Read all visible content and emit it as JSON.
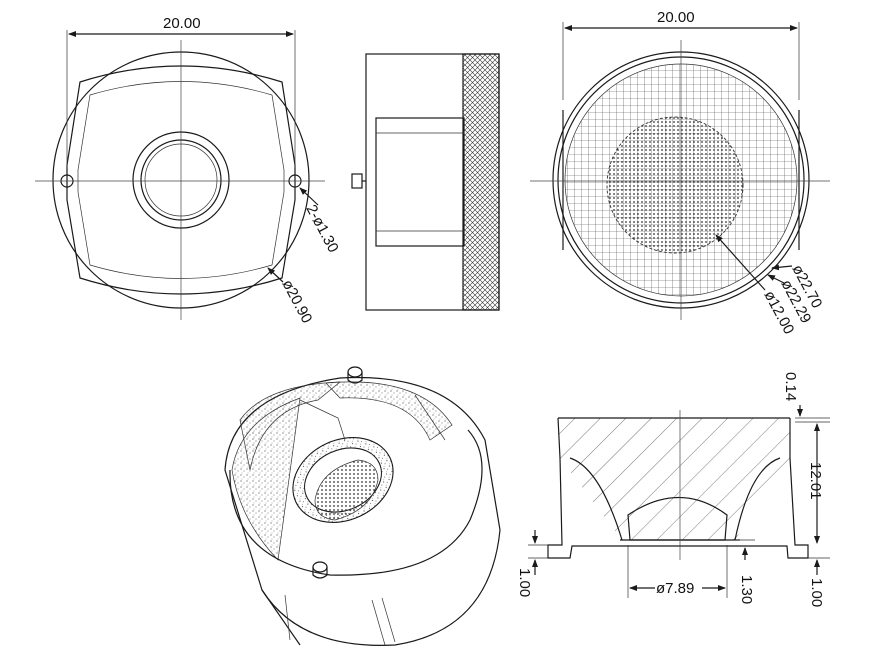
{
  "colors": {
    "line": "#1a1a1a",
    "hatch": "#555555",
    "background": "#ffffff"
  },
  "dimensions": {
    "front_width": "20.00",
    "front_holes": "2-ø1.30",
    "front_outer_dia": "ø20.90",
    "grid_width": "20.00",
    "grid_dia_outer": "ø22.70",
    "grid_dia_mid": "ø22.29",
    "grid_dia_inner": "ø12.00",
    "sec_top": "0.14",
    "sec_height": "12.01",
    "sec_bottom_right": "1.00",
    "sec_bottom_left": "1.00",
    "sec_bore": "ø7.89",
    "sec_step": "1.30"
  }
}
